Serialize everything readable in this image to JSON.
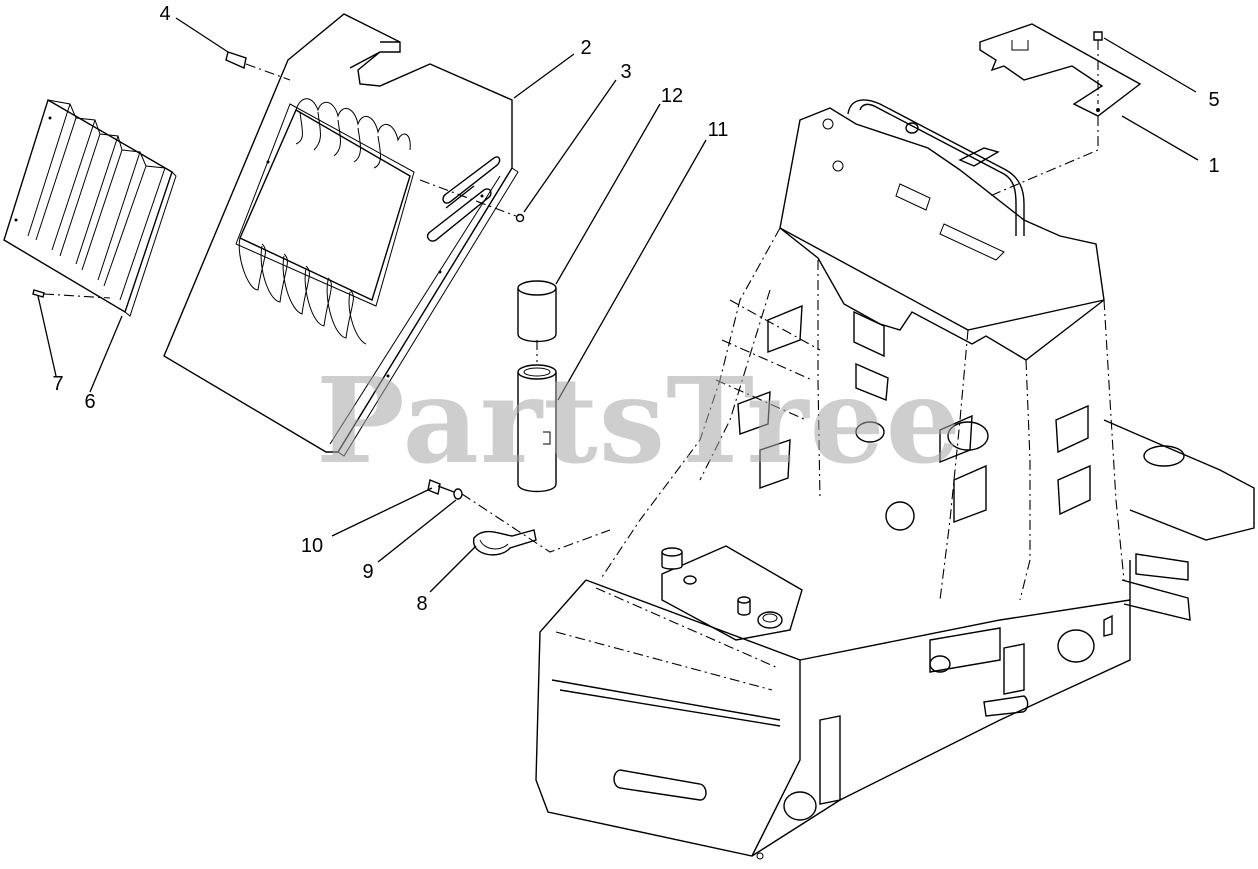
{
  "diagram": {
    "watermark": "PartsTree",
    "callouts": [
      {
        "id": "c1",
        "label": "1"
      },
      {
        "id": "c2",
        "label": "2"
      },
      {
        "id": "c3",
        "label": "3"
      },
      {
        "id": "c4",
        "label": "4"
      },
      {
        "id": "c5",
        "label": "5"
      },
      {
        "id": "c6",
        "label": "6"
      },
      {
        "id": "c7",
        "label": "7"
      },
      {
        "id": "c8",
        "label": "8"
      },
      {
        "id": "c9",
        "label": "9"
      },
      {
        "id": "c10",
        "label": "10"
      },
      {
        "id": "c11",
        "label": "11"
      },
      {
        "id": "c12",
        "label": "12"
      }
    ]
  }
}
